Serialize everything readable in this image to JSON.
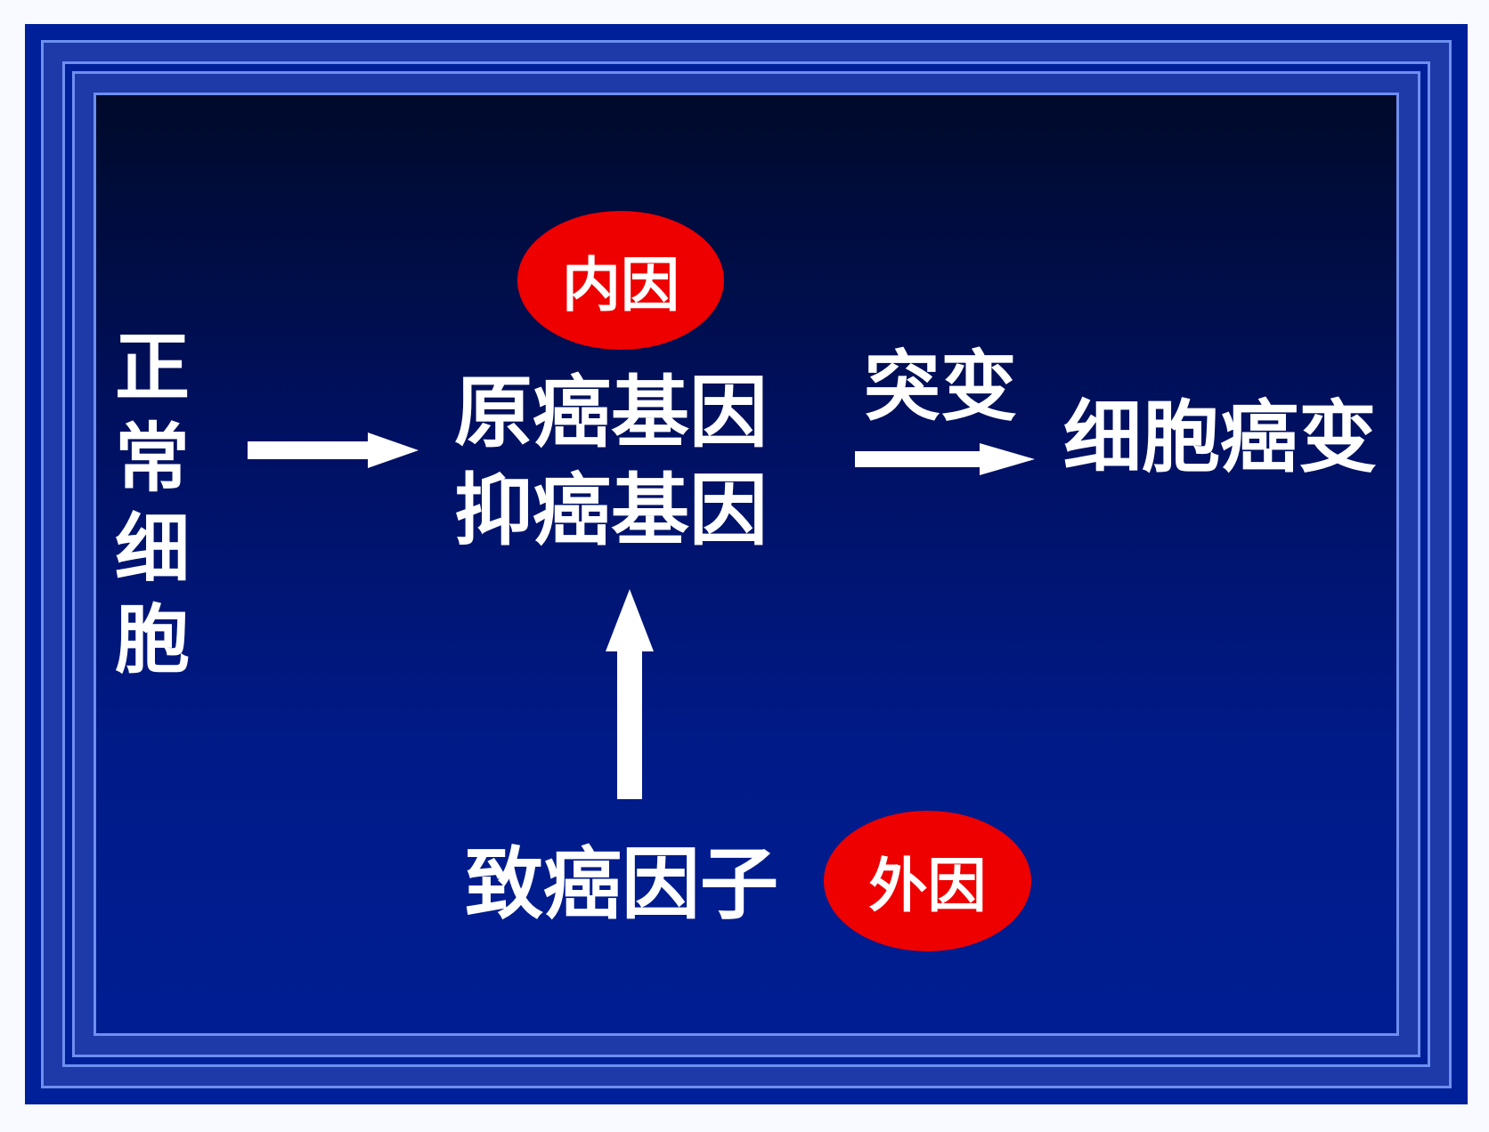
{
  "diagram": {
    "start": [
      "正",
      "常",
      "细",
      "胞"
    ],
    "internal_badge": "内因",
    "genes": [
      "原癌基因",
      "抑癌基因"
    ],
    "mutation_label": "突变",
    "result": "细胞癌变",
    "external_factor": "致癌因子",
    "external_badge": "外因"
  },
  "colors": {
    "badge": "#ee0000",
    "text": "#ffffff",
    "frame": "#00209a"
  }
}
